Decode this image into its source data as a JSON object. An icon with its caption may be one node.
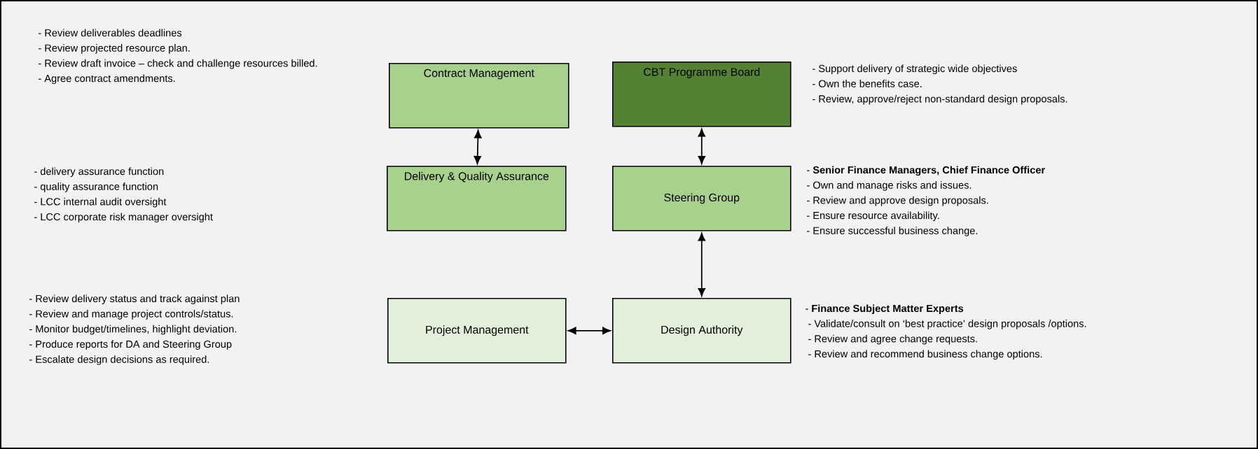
{
  "diagram": {
    "nodes": [
      {
        "text": [
          "Contract Management"
        ],
        "beside": [
          "- Review deliverables deadlines",
          "- Review projected resource plan.",
          "- Review draft invoice – check and challenge resources billed.",
          "- Agree contract amendments."
        ]
      },
      {
        "text": [
          "CBT Programme Board"
        ],
        "beside": [
          "- Support delivery of strategic wide objectives",
          "- Own the benefits case.",
          "- Review, approve/reject non-standard design proposals."
        ]
      },
      {
        "text": [
          "Delivery & Quality Assurance"
        ],
        "beside": [
          "- delivery assurance function",
          "- quality assurance function",
          "- LCC internal audit oversight",
          "- LCC corporate risk manager oversight"
        ]
      },
      {
        "text": [
          "Steering Group"
        ],
        "beside": [
          "- **Senior Finance Managers, Chief Finance Officer**",
          "- Own and manage risks and issues.",
          "- Review and approve design proposals.",
          "- Ensure resource availability.",
          "- Ensure successful business change."
        ]
      },
      {
        "text": [
          "Project Management"
        ],
        "beside": [
          "- Review delivery status and track against plan",
          "- Review and manage project controls/status.",
          "- Monitor budget/timelines, highlight deviation.",
          "- Produce reports for DA and Steering Group",
          "- Escalate design decisions as required."
        ]
      },
      {
        "text": [
          "Design Authority"
        ],
        "beside": [
          "-  **Finance Subject Matter Experts**",
          " - Validate/consult on ‘best practice’ design proposals /options.",
          " - Review and agree change requests.",
          " - Review and recommend business change options."
        ]
      }
    ],
    "edges": [
      {
        "from": 0,
        "to": 2,
        "arrow": "both"
      },
      {
        "from": 1,
        "to": 3,
        "arrow": "both"
      },
      {
        "from": 3,
        "to": 5,
        "arrow": "both"
      },
      {
        "from": 4,
        "to": 5,
        "arrow": "both"
      }
    ]
  }
}
